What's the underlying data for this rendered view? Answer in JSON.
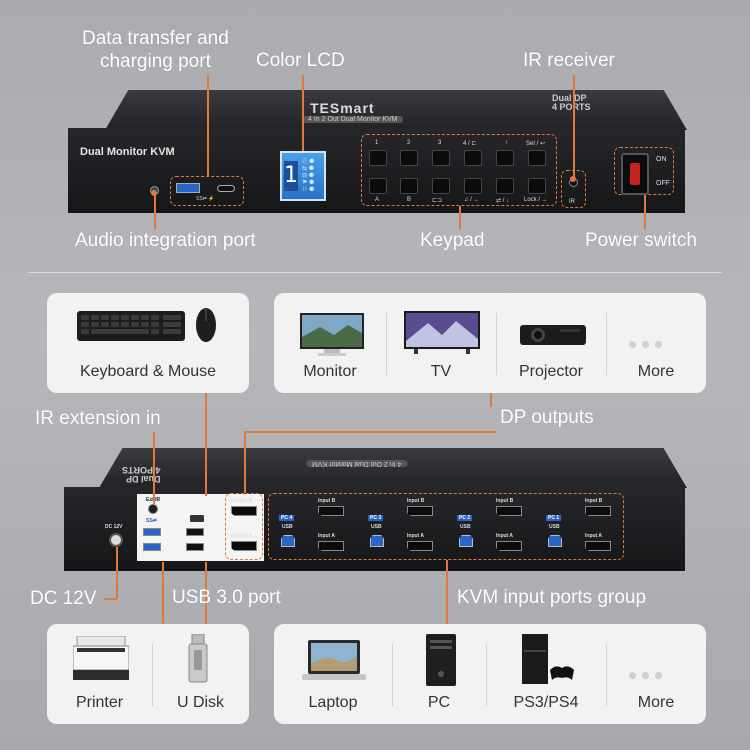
{
  "labels": {
    "data_port": "Data transfer and\ncharging port",
    "color_lcd": "Color LCD",
    "ir_receiver": "IR receiver",
    "audio_port": "Audio integration port",
    "keypad": "Keypad",
    "power_switch": "Power switch",
    "ir_extension": "IR extension in",
    "dp_outputs": "DP outputs",
    "dc_12v": "DC 12V",
    "usb30": "USB 3.0 port",
    "kvm_inputs": "KVM input ports group"
  },
  "device_front": {
    "brand": "TESmart",
    "brand_sub": "4 In 2 Out Dual Monitor KVM",
    "top_right": "Dual DP\n4 PORTS",
    "model": "Dual Monitor KVM",
    "usb_text": "SS⇄ ⚡",
    "lcd_number": "1",
    "keys_top": [
      "1",
      "2",
      "3",
      "4 / ⊏",
      "↑",
      "Set / ↩"
    ],
    "keys_bottom": [
      "A",
      "B",
      "⊏⊐",
      "♫ / ←",
      "⇄ / ↓",
      "Lock / →"
    ],
    "ir_label": "IR",
    "power_on": "ON",
    "power_off": "OFF"
  },
  "device_back": {
    "top_text": "Dual DP\n4 PORTS",
    "brand_sub": "4 In 2 Out Dual Monitor KVM",
    "dc_label": "DC 12V",
    "ext_ir": "Ext.IR",
    "ss_label": "SS⇄",
    "output_b": "Output B",
    "output_a": "Output A",
    "inputs": [
      {
        "pc": "PC 4",
        "usb": "USB",
        "in_b": "Input B",
        "in_a": "Input A"
      },
      {
        "pc": "PC 3",
        "usb": "USB",
        "in_b": "Input B",
        "in_a": "Input A"
      },
      {
        "pc": "PC 2",
        "usb": "USB",
        "in_b": "Input B",
        "in_a": "Input A"
      },
      {
        "pc": "PC 1",
        "usb": "USB",
        "in_b": "Input B",
        "in_a": "Input A"
      }
    ]
  },
  "cards": {
    "keyboard_mouse": "Keyboard & Mouse",
    "displays": [
      "Monitor",
      "TV",
      "Projector",
      "More"
    ],
    "devices": [
      "Printer",
      "U Disk"
    ],
    "computers": [
      "Laptop",
      "PC",
      "PS3/PS4",
      "More"
    ]
  },
  "colors": {
    "accent": "#e07a3a",
    "card": "#f2f2f2",
    "usb_blue": "#2a66c9"
  }
}
